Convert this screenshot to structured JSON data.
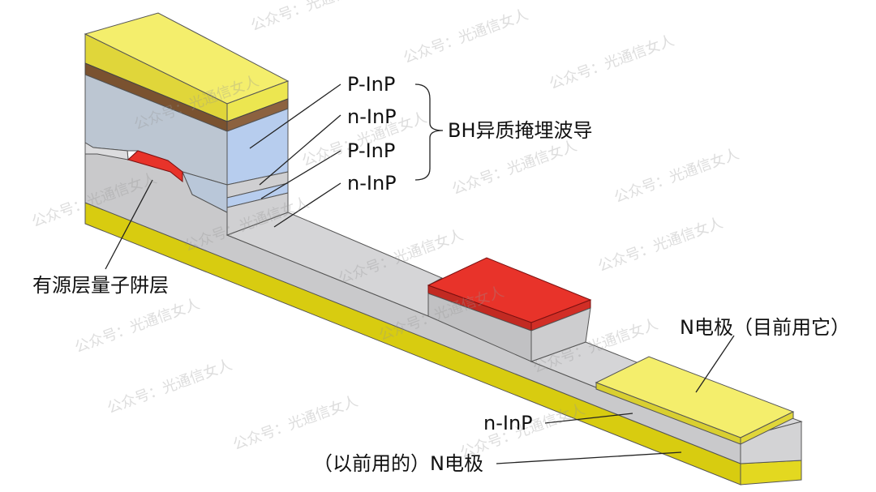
{
  "labels": {
    "p_inp_top": "P-InP",
    "n_inp_mid": "n-InP",
    "p_inp_mid": "P-InP",
    "n_inp_low": "n-InP",
    "bh_waveguide": "BH异质掩埋波导",
    "active_layer": "有源层量子阱层",
    "n_electrode_current": "N电极（目前用它）",
    "n_inp_substrate": "n-InP",
    "n_electrode_previous": "（以前用的）N电极"
  },
  "watermark": "公众号：光通信女人",
  "colors": {
    "electrode_yellow": "#f4ee6c",
    "bottom_yellow": "#d8cc10",
    "brown": "#7a5230",
    "p_inp_blue": "#b7cdee",
    "inp_gray": "#c9c9cb",
    "active_red": "#e8332a"
  }
}
